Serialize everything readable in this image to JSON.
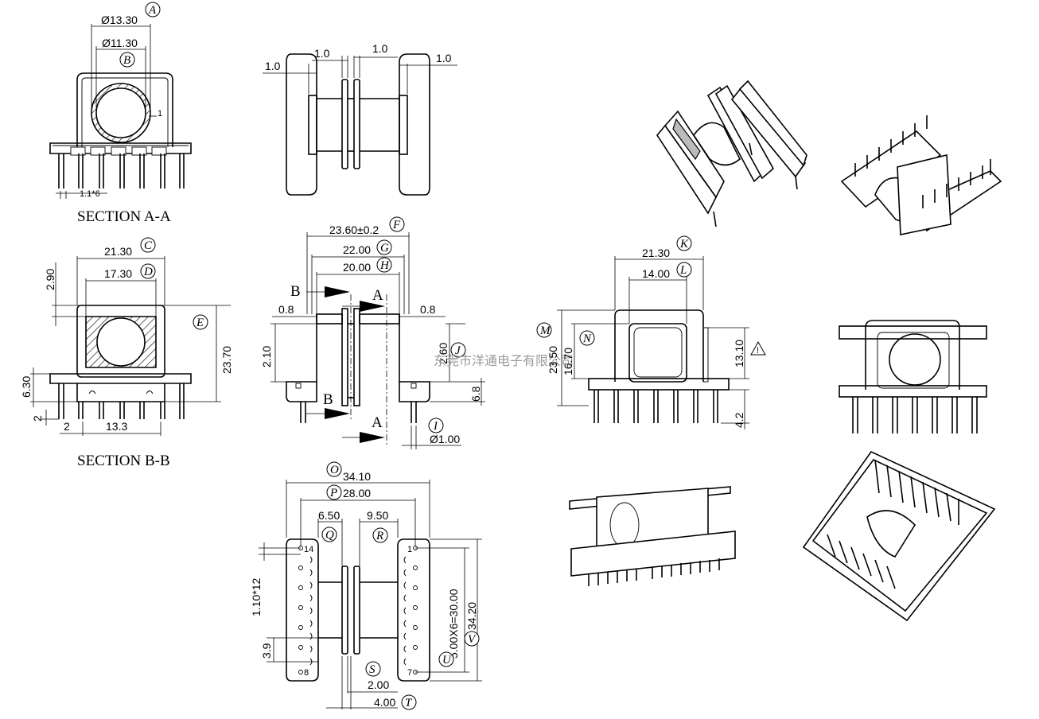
{
  "sections": {
    "section_aa": "SECTION A-A",
    "section_bb": "SECTION B-B"
  },
  "watermark": "东莞市洋通电子有限公司",
  "dimensions": {
    "a_13_30": "Ø13.30",
    "b_11_30": "Ø11.30",
    "one": "1",
    "pin_1_1x6": "1.1*6",
    "top_1_0_left": "1.0",
    "top_1_0_mid1": "1.0",
    "top_1_0_mid2": "1.0",
    "top_1_0_right": "1.0",
    "c_21_30": "21.30",
    "d_17_30": "17.30",
    "e_23_70": "23.70",
    "v_2_90": "2.90",
    "v_6_30": "6.30",
    "v_2": "2",
    "h_2": "2",
    "h_13_3": "13.3",
    "f_23_60": "23.60±0.2",
    "g_22_00": "22.00",
    "h_20_00": "20.00",
    "s_0_8_left": "0.8",
    "s_0_8_right": "0.8",
    "s_2_10": "2.10",
    "j_2_60": "2.60",
    "s_6_8": "6.8",
    "i_1_00": "Ø1.00",
    "k_21_30": "21.30",
    "l_14_00": "14.00",
    "m_23_50": "23.50",
    "n_16_70": "16.70",
    "v_13_10": "13.10",
    "v_4_2": "4.2",
    "o_34_10": "34.10",
    "p_28_00": "28.00",
    "q_6_50": "6.50",
    "r_9_50": "9.50",
    "v_1_10x12": "1.10*12",
    "v_3_9": "3.9",
    "u_30_00": "5.00X6=30.00",
    "v_34_20": "34.20",
    "s_2_00": "2.00",
    "t_4_00": "4.00"
  },
  "markers": {
    "a": "A",
    "b": "B",
    "c": "C",
    "d": "D",
    "e": "E",
    "f": "F",
    "g": "G",
    "h": "H",
    "i": "I",
    "j": "J",
    "k": "K",
    "l": "L",
    "m": "M",
    "n": "N",
    "o": "O",
    "p": "P",
    "q": "Q",
    "r": "R",
    "s": "S",
    "t": "T",
    "u": "U",
    "v": "V"
  },
  "cut_labels": {
    "b_top": "B",
    "a_top": "A",
    "b_bottom": "B",
    "a_bottom": "A"
  },
  "pin_labels": {
    "p14": "14",
    "p1": "1",
    "p8": "8",
    "p7": "7"
  },
  "warning_symbol": "!"
}
